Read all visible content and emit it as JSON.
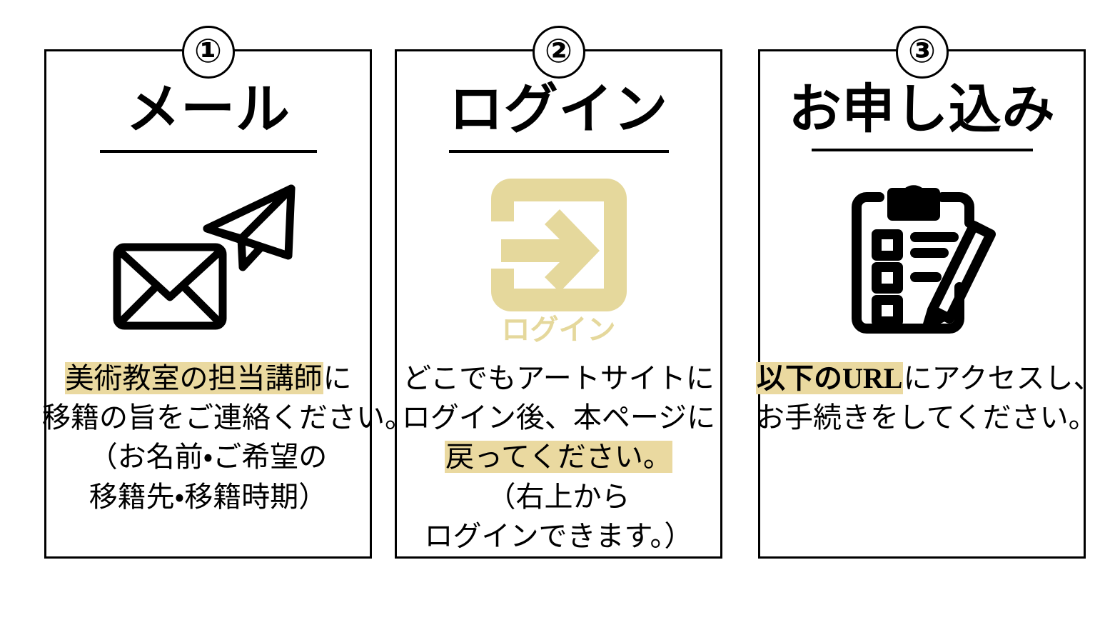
{
  "theme": {
    "accent_tan": "#e5d89c",
    "highlight_tan": "#ead9a0",
    "ink": "#000000",
    "background": "#ffffff"
  },
  "steps": [
    {
      "number": "①",
      "title": "メール",
      "icon": "envelope-paper-plane-icon",
      "body_lines": [
        [
          {
            "text": "美術教室の担当講師",
            "highlight": true,
            "bold": false
          },
          {
            "text": "に",
            "highlight": false,
            "bold": false
          }
        ],
        [
          {
            "text": "移籍の旨をご連絡ください。",
            "highlight": false,
            "bold": false
          }
        ],
        [
          {
            "text": "（お名前・ご希望の",
            "highlight": false,
            "bold": false
          }
        ],
        [
          {
            "text": "移籍先・移籍時期）",
            "highlight": false,
            "bold": false
          }
        ]
      ]
    },
    {
      "number": "②",
      "title": "ログイン",
      "icon": "login-arrow-icon",
      "icon_label": "ログイン",
      "body_lines": [
        [
          {
            "text": "どこでもアートサイトに",
            "highlight": false,
            "bold": false
          }
        ],
        [
          {
            "text": "ログイン後、本ページに",
            "highlight": false,
            "bold": false
          }
        ],
        [
          {
            "text": "戻ってください。",
            "highlight": true,
            "bold": false
          }
        ],
        [
          {
            "text": "（右上から",
            "highlight": false,
            "bold": false
          }
        ],
        [
          {
            "text": "ログインできます。）",
            "highlight": false,
            "bold": false
          }
        ]
      ]
    },
    {
      "number": "③",
      "title": "お申し込み",
      "icon": "clipboard-pencil-icon",
      "body_lines": [
        [
          {
            "text": "以下のURL",
            "highlight": true,
            "bold": true
          },
          {
            "text": "にアクセスし、",
            "highlight": false,
            "bold": false
          }
        ],
        [
          {
            "text": "お手続きをしてください。",
            "highlight": false,
            "bold": false
          }
        ]
      ]
    }
  ]
}
